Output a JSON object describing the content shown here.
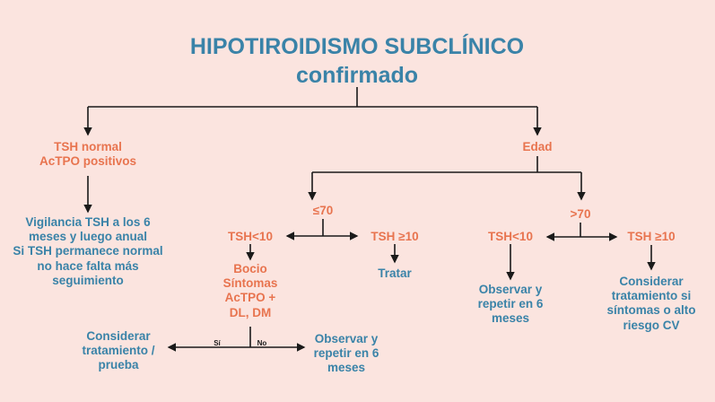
{
  "colors": {
    "background": "#fbe4df",
    "title": "#3a83a8",
    "condition": "#e8744f",
    "action": "#3a83a8",
    "line": "#1a1a1a"
  },
  "title": {
    "line1": "HIPOTIROIDISMO SUBCLÍNICO",
    "line2": "confirmado"
  },
  "nodes": {
    "tsh_normal": {
      "line1": "TSH normal",
      "line2": "AcTPO positivos"
    },
    "edad": "Edad",
    "vigilancia": {
      "line1": "Vigilancia TSH a los 6",
      "line2": "meses y luego anual",
      "line3": "Si TSH permanece normal",
      "line4": "no hace falta más",
      "line5": "seguimiento"
    },
    "le70": "≤70",
    "gt70": ">70",
    "le70_tsh_low": "TSH<10",
    "le70_tsh_high": "TSH ≥10",
    "tratar": "Tratar",
    "gt70_tsh_low": "TSH<10",
    "gt70_tsh_high": "TSH ≥10",
    "bocio": {
      "line1": "Bocio",
      "line2": "Síntomas",
      "line3": "AcTPO +",
      "line4": "DL, DM"
    },
    "si_label": "Sí",
    "no_label": "No",
    "considerar_prueba": {
      "line1": "Considerar",
      "line2": "tratamiento /",
      "line3": "prueba"
    },
    "observar_le70": {
      "line1": "Observar y",
      "line2": "repetir en 6",
      "line3": "meses"
    },
    "observar_gt70": {
      "line1": "Observar y",
      "line2": "repetir en 6",
      "line3": "meses"
    },
    "considerar_cv": {
      "line1": "Considerar",
      "line2": "tratamiento si",
      "line3": "síntomas o alto",
      "line4": "riesgo CV"
    }
  }
}
